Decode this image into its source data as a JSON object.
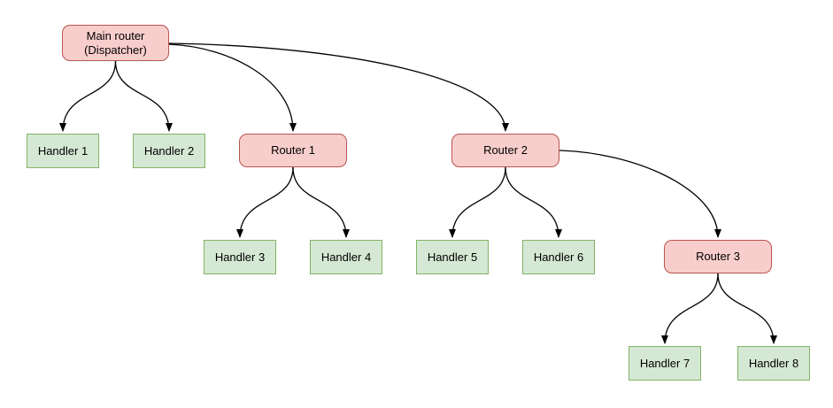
{
  "palette": {
    "router_fill": "#f8cecc",
    "router_border": "#b85450",
    "handler_fill": "#d5e8d4",
    "handler_border": "#82b366",
    "edge_color": "#000000"
  },
  "nodes": {
    "main": {
      "type": "router",
      "lines": [
        "Main router",
        "(Dispatcher)"
      ]
    },
    "h1": {
      "type": "handler",
      "label": "Handler 1"
    },
    "h2": {
      "type": "handler",
      "label": "Handler 2"
    },
    "r1": {
      "type": "router",
      "label": "Router 1"
    },
    "r2": {
      "type": "router",
      "label": "Router 2"
    },
    "h3": {
      "type": "handler",
      "label": "Handler 3"
    },
    "h4": {
      "type": "handler",
      "label": "Handler 4"
    },
    "h5": {
      "type": "handler",
      "label": "Handler 5"
    },
    "h6": {
      "type": "handler",
      "label": "Handler 6"
    },
    "r3": {
      "type": "router",
      "label": "Router 3"
    },
    "h7": {
      "type": "handler",
      "label": "Handler 7"
    },
    "h8": {
      "type": "handler",
      "label": "Handler 8"
    }
  },
  "edges": [
    {
      "from": "main-router",
      "to": "handler-1"
    },
    {
      "from": "main-router",
      "to": "handler-2"
    },
    {
      "from": "main-router",
      "to": "router-1"
    },
    {
      "from": "main-router",
      "to": "router-2"
    },
    {
      "from": "router-1",
      "to": "handler-3"
    },
    {
      "from": "router-1",
      "to": "handler-4"
    },
    {
      "from": "router-2",
      "to": "handler-5"
    },
    {
      "from": "router-2",
      "to": "handler-6"
    },
    {
      "from": "router-2",
      "to": "router-3"
    },
    {
      "from": "router-3",
      "to": "handler-7"
    },
    {
      "from": "router-3",
      "to": "handler-8"
    }
  ]
}
